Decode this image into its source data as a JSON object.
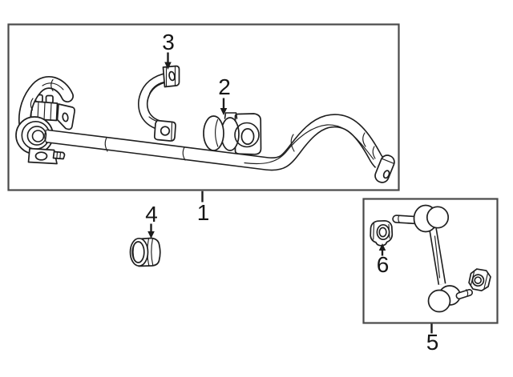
{
  "figure": {
    "background": "#ffffff",
    "line_color": "#1f1f1f",
    "box_border_color": "#4a4a4a",
    "label_color": "#161616"
  },
  "callouts": [
    {
      "label": "1"
    },
    {
      "label": "2"
    },
    {
      "label": "3"
    },
    {
      "label": "4"
    },
    {
      "label": "5"
    },
    {
      "label": "6"
    }
  ]
}
